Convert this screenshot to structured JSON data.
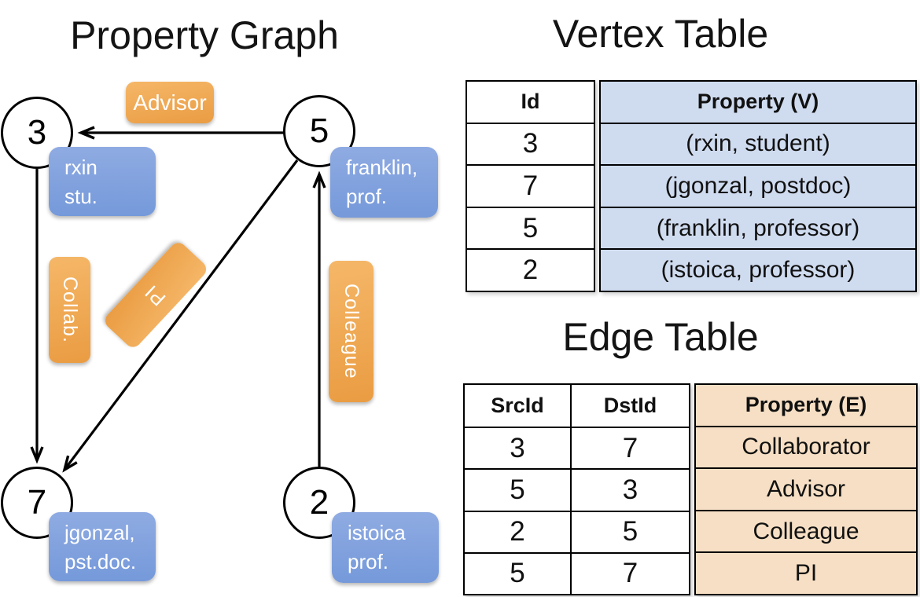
{
  "graph": {
    "title": "Property Graph",
    "nodes": [
      {
        "id": "3",
        "property": [
          "rxin",
          "stu."
        ]
      },
      {
        "id": "5",
        "property": [
          "franklin,",
          "prof."
        ]
      },
      {
        "id": "7",
        "property": [
          "jgonzal,",
          "pst.doc."
        ]
      },
      {
        "id": "2",
        "property": [
          "istoica",
          "prof."
        ]
      }
    ],
    "edges": [
      {
        "label": "Advisor",
        "from": "5",
        "to": "3"
      },
      {
        "label": "Collab.",
        "from": "3",
        "to": "7"
      },
      {
        "label": "PI",
        "from": "5",
        "to": "7"
      },
      {
        "label": "Colleague",
        "from": "2",
        "to": "5"
      }
    ]
  },
  "vertex_table": {
    "title": "Vertex Table",
    "columns": [
      "Id",
      "Property (V)"
    ],
    "rows": [
      [
        "3",
        "(rxin, student)"
      ],
      [
        "7",
        "(jgonzal, postdoc)"
      ],
      [
        "5",
        "(franklin, professor)"
      ],
      [
        "2",
        "(istoica, professor)"
      ]
    ]
  },
  "edge_table": {
    "title": "Edge Table",
    "columns": [
      "SrcId",
      "DstId",
      "Property (E)"
    ],
    "rows": [
      [
        "3",
        "7",
        "Collaborator"
      ],
      [
        "5",
        "3",
        "Advisor"
      ],
      [
        "2",
        "5",
        "Colleague"
      ],
      [
        "5",
        "7",
        "PI"
      ]
    ]
  },
  "colors": {
    "orange-top": "#f5b768",
    "orange-bottom": "#ea9c42",
    "blue-top": "#8fabe2",
    "blue-bottom": "#7599da",
    "vertex-cell": "#cfdbef",
    "edge-cell": "#f6dfc4",
    "ink": "#000000"
  }
}
